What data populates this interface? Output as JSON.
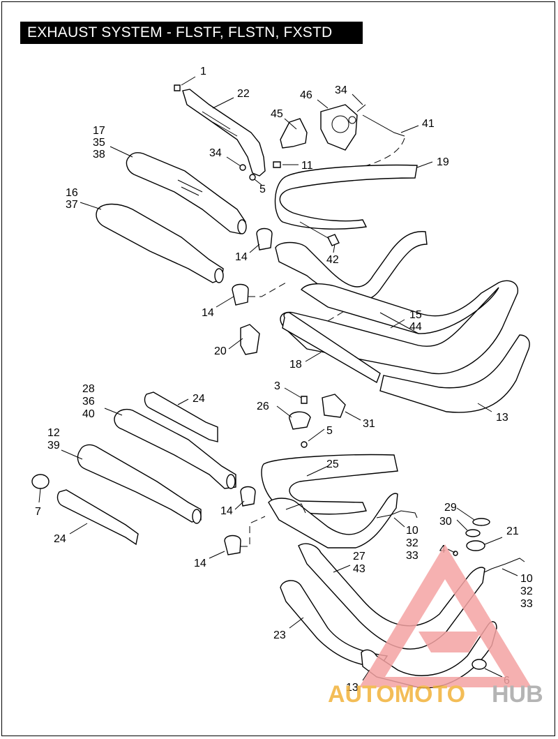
{
  "title": "EXHAUST SYSTEM - FLSTF, FLSTN, FXSTD",
  "callouts": {
    "c1": "1",
    "c22": "22",
    "c46": "46",
    "c34a": "34",
    "c45": "45",
    "c41": "41",
    "c17": "17",
    "c35": "35",
    "c38": "38",
    "c34b": "34",
    "c11": "11",
    "c5a": "5",
    "c19": "19",
    "c16": "16",
    "c37": "37",
    "c14a": "14",
    "c42": "42",
    "c14b": "14",
    "c15": "15",
    "c44": "44",
    "c20": "20",
    "c18": "18",
    "c13a": "13",
    "c28": "28",
    "c36": "36",
    "c40": "40",
    "c24a": "24",
    "c3": "3",
    "c26": "26",
    "c31": "31",
    "c5b": "5",
    "c12": "12",
    "c39": "39",
    "c25": "25",
    "c7": "7",
    "c14c": "14",
    "c24b": "24",
    "c10a": "10",
    "c32a": "32",
    "c33a": "33",
    "c29": "29",
    "c30": "30",
    "c21": "21",
    "c4": "4",
    "c14d": "14",
    "c27": "27",
    "c43": "43",
    "c10b": "10",
    "c32b": "32",
    "c33b": "33",
    "c23": "23",
    "c13b": "13",
    "c6": "6"
  },
  "watermark": {
    "part1": "AUTOMOTO",
    "part2": "HUB",
    "colors": {
      "triangle": "#f4a3a3",
      "auto": "#f2b23a",
      "hub": "#a8a8a8"
    }
  }
}
